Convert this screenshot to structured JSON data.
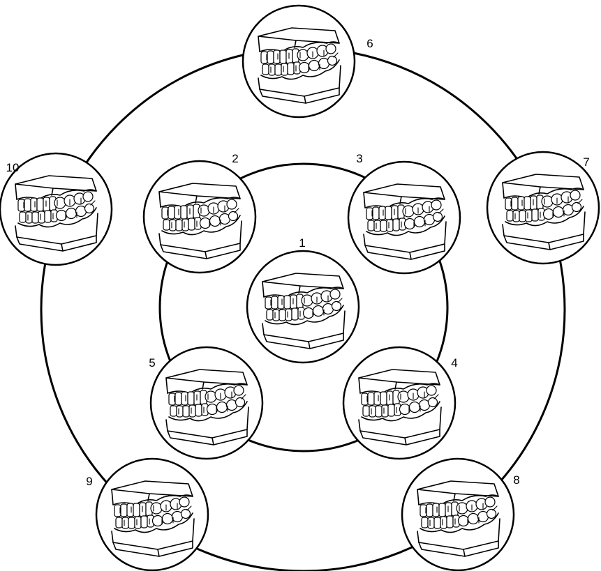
{
  "diagram": {
    "nodes": [
      {
        "label": "1",
        "icon": "dental-model-icon"
      },
      {
        "label": "2",
        "icon": "dental-model-icon"
      },
      {
        "label": "3",
        "icon": "dental-model-icon"
      },
      {
        "label": "4",
        "icon": "dental-model-icon"
      },
      {
        "label": "5",
        "icon": "dental-model-icon"
      },
      {
        "label": "6",
        "icon": "dental-model-icon"
      },
      {
        "label": "7",
        "icon": "dental-model-icon"
      },
      {
        "label": "8",
        "icon": "dental-model-icon"
      },
      {
        "label": "9",
        "icon": "dental-model-icon"
      },
      {
        "label": "10",
        "icon": "dental-model-icon"
      }
    ],
    "colors": {
      "stroke": "#000000",
      "background": "#ffffff"
    }
  }
}
